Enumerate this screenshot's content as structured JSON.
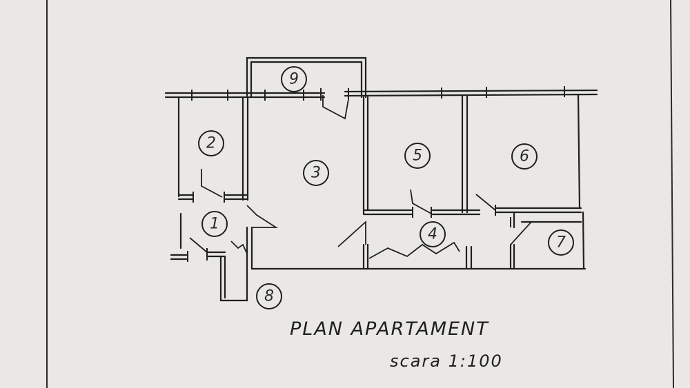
{
  "drawing": {
    "title": "PLAN APARTAMENT",
    "scale": "scara 1:100",
    "rooms": [
      "1",
      "2",
      "3",
      "4",
      "5",
      "6",
      "7",
      "8",
      "9"
    ],
    "colors": {
      "paper": "#e9e8e4",
      "ink": "#1f1f1f"
    }
  }
}
